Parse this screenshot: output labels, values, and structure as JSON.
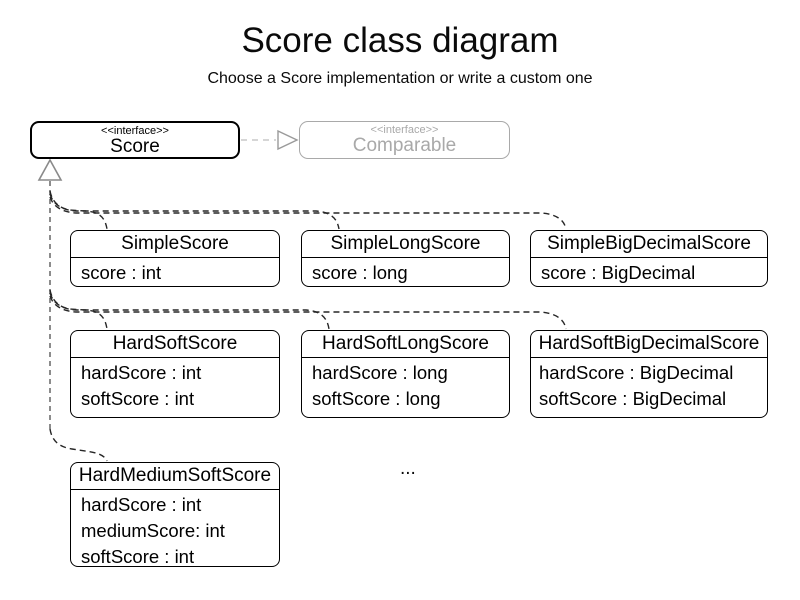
{
  "page": {
    "title": "Score class diagram",
    "subtitle": "Choose a Score implementation or write a custom one",
    "ellipsis": "..."
  },
  "interfaces": {
    "score": {
      "stereotype": "<<interface>>",
      "name": "Score"
    },
    "comparable": {
      "stereotype": "<<interface>>",
      "name": "Comparable"
    }
  },
  "classes": [
    {
      "id": "simple-score",
      "name": "SimpleScore",
      "fields": [
        "score : int"
      ]
    },
    {
      "id": "simple-long-score",
      "name": "SimpleLongScore",
      "fields": [
        "score : long"
      ]
    },
    {
      "id": "simple-big-decimal-score",
      "name": "SimpleBigDecimalScore",
      "fields": [
        "score : BigDecimal"
      ]
    },
    {
      "id": "hard-soft-score",
      "name": "HardSoftScore",
      "fields": [
        "hardScore : int",
        "softScore : int"
      ]
    },
    {
      "id": "hard-soft-long-score",
      "name": "HardSoftLongScore",
      "fields": [
        "hardScore : long",
        "softScore : long"
      ]
    },
    {
      "id": "hard-soft-big-decimal-score",
      "name": "HardSoftBigDecimalScore",
      "fields": [
        "hardScore : BigDecimal",
        "softScore : BigDecimal"
      ]
    },
    {
      "id": "hard-medium-soft-score",
      "name": "HardMediumSoftScore",
      "fields": [
        "hardScore : int",
        "mediumScore: int",
        "softScore : int"
      ]
    }
  ],
  "relations": {
    "score_extends_comparable": "Score ..|> Comparable",
    "implementations_of_score": [
      "SimpleScore",
      "SimpleLongScore",
      "SimpleBigDecimalScore",
      "HardSoftScore",
      "HardSoftLongScore",
      "HardSoftBigDecimalScore",
      "HardMediumSoftScore"
    ]
  },
  "colors": {
    "box_border": "#000000",
    "muted_gray": "#a9a9a9",
    "trunk_gray": "#6f6f6f",
    "branch_dark": "#262626",
    "arrow_light": "#c9c9c9",
    "background": "#ffffff"
  }
}
